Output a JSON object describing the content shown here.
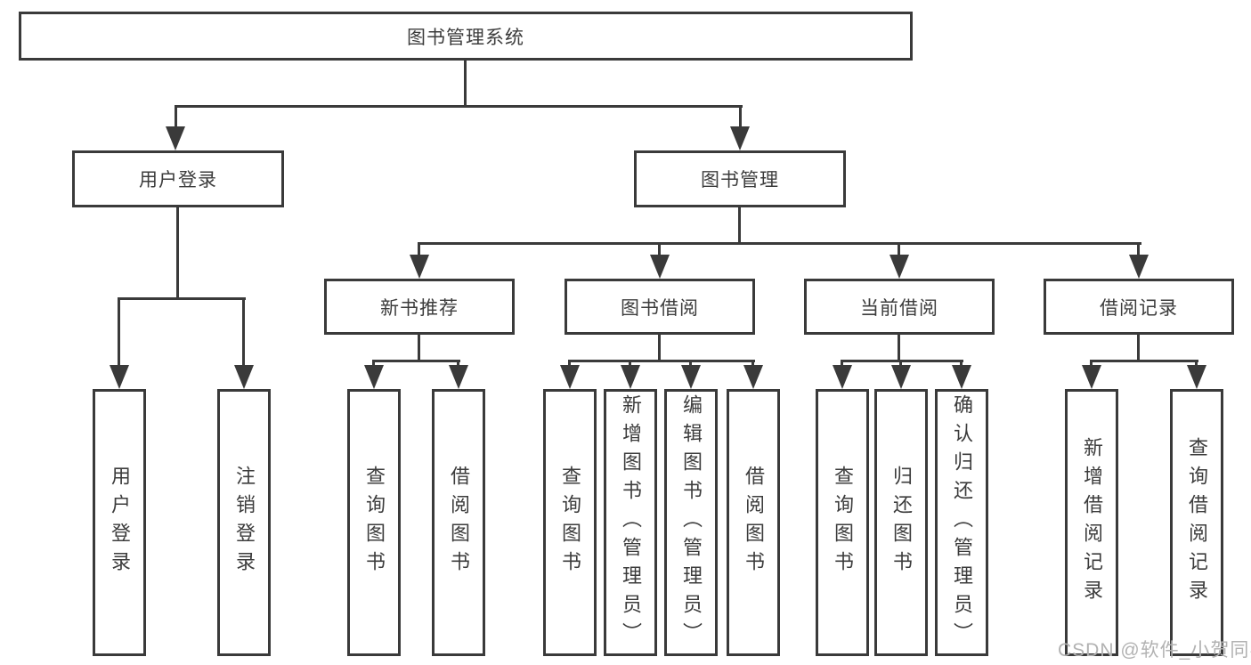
{
  "tree": {
    "root": {
      "label": "图书管理系统"
    },
    "branches": [
      {
        "label": "用户登录",
        "leaves": [
          "用户登录",
          "注销登录"
        ]
      },
      {
        "label": "图书管理",
        "groups": [
          {
            "label": "新书推荐",
            "leaves": [
              "查询图书",
              "借阅图书"
            ]
          },
          {
            "label": "图书借阅",
            "leaves": [
              "查询图书",
              "新增图书（管理员）",
              "编辑图书（管理员）",
              "借阅图书"
            ]
          },
          {
            "label": "当前借阅",
            "leaves": [
              "查询图书",
              "归还图书",
              "确认归还（管理员）"
            ]
          },
          {
            "label": "借阅记录",
            "leaves": [
              "新增借阅记录",
              "查询借阅记录"
            ]
          }
        ]
      }
    ]
  },
  "watermark": "CSDN @软件_小贺同学",
  "colors": {
    "line": "#3a3a3a",
    "text": "#3c3c3c",
    "watermark": "#b2b2b2",
    "background": "#ffffff"
  }
}
